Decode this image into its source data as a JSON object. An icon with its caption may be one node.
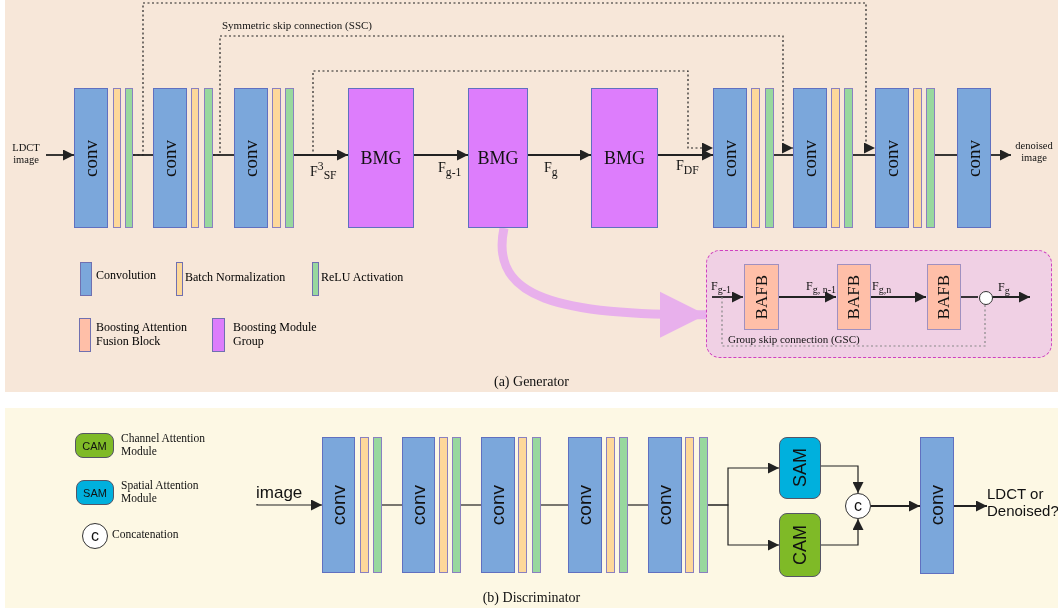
{
  "diagram": {
    "nodes": [
      {
        "text": [
          "(a) Generator"
        ]
      },
      {
        "text": [
          "LDCT image"
        ],
        "in": 0
      },
      {
        "text": [
          "conv"
        ],
        "in": 0
      },
      {
        "text": [],
        "shape": "bar",
        "in": 0
      },
      {
        "text": [],
        "shape": "bar",
        "in": 0
      },
      {
        "text": [
          "conv"
        ],
        "in": 0
      },
      {
        "text": [],
        "shape": "bar",
        "in": 0
      },
      {
        "text": [],
        "shape": "bar",
        "in": 0
      },
      {
        "text": [
          "conv"
        ],
        "in": 0
      },
      {
        "text": [],
        "shape": "bar",
        "in": 0
      },
      {
        "text": [],
        "shape": "bar",
        "in": 0
      },
      {
        "text": [
          "BMG"
        ],
        "in": 0
      },
      {
        "text": [
          "BMG"
        ],
        "in": 0
      },
      {
        "text": [
          "BMG"
        ],
        "in": 0
      },
      {
        "text": [
          "conv"
        ],
        "in": 0
      },
      {
        "text": [],
        "shape": "bar",
        "in": 0
      },
      {
        "text": [],
        "shape": "bar",
        "in": 0
      },
      {
        "text": [
          "conv"
        ],
        "in": 0
      },
      {
        "text": [],
        "shape": "bar",
        "in": 0
      },
      {
        "text": [],
        "shape": "bar",
        "in": 0
      },
      {
        "text": [
          "conv"
        ],
        "in": 0
      },
      {
        "text": [],
        "shape": "bar",
        "in": 0
      },
      {
        "text": [],
        "shape": "bar",
        "in": 0
      },
      {
        "text": [
          "conv"
        ],
        "in": 0
      },
      {
        "text": [
          "denoised image"
        ],
        "in": 0
      },
      {
        "text": [],
        "shape": "box",
        "in": 0
      },
      {
        "text": [
          "BAFB"
        ],
        "in": 25
      },
      {
        "text": [
          "BAFB"
        ],
        "in": 25
      },
      {
        "text": [
          "BAFB"
        ],
        "in": 25
      },
      {
        "text": [],
        "shape": "circle",
        "in": 25
      },
      {
        "text": [
          "(b) Discriminator"
        ]
      },
      {
        "text": [
          "CAM"
        ],
        "beside": [
          "Channel Attention Module"
        ],
        "in": 30
      },
      {
        "text": [
          "SAM"
        ],
        "beside": [
          "Spatial Attention Module"
        ],
        "in": 30
      },
      {
        "text": [
          "c"
        ],
        "beside": [
          "Concatenation"
        ],
        "in": 30
      },
      {
        "text": [
          "image"
        ],
        "in": 30
      },
      {
        "text": [
          "conv"
        ],
        "in": 30
      },
      {
        "text": [],
        "shape": "bar",
        "in": 30
      },
      {
        "text": [],
        "shape": "bar",
        "in": 30
      },
      {
        "text": [
          "conv"
        ],
        "in": 30
      },
      {
        "text": [],
        "shape": "bar",
        "in": 30
      },
      {
        "text": [],
        "shape": "bar",
        "in": 30
      },
      {
        "text": [
          "conv"
        ],
        "in": 30
      },
      {
        "text": [],
        "shape": "bar",
        "in": 30
      },
      {
        "text": [],
        "shape": "bar",
        "in": 30
      },
      {
        "text": [
          "conv"
        ],
        "in": 30
      },
      {
        "text": [],
        "shape": "bar",
        "in": 30
      },
      {
        "text": [],
        "shape": "bar",
        "in": 30
      },
      {
        "text": [
          "conv"
        ],
        "in": 30
      },
      {
        "text": [],
        "shape": "bar",
        "in": 30
      },
      {
        "text": [],
        "shape": "bar",
        "in": 30
      },
      {
        "text": [
          "SAM"
        ],
        "in": 30
      },
      {
        "text": [
          "CAM"
        ],
        "in": 30
      },
      {
        "text": [
          "c"
        ],
        "in": 30
      },
      {
        "text": [
          "conv"
        ],
        "in": 30
      },
      {
        "text": [
          "LDCT or Denoised?"
        ],
        "in": 30
      }
    ],
    "edges": [
      {
        "from": 1,
        "to": 2,
        "arrow": "to"
      },
      {
        "from": 4,
        "to": 5,
        "arrow": "none"
      },
      {
        "from": 7,
        "to": 8,
        "arrow": "none"
      },
      {
        "from": 10,
        "to": 11,
        "arrow": "to",
        "label": "F$^{3}$$_{SF}$"
      },
      {
        "from": 11,
        "to": 12,
        "arrow": "to",
        "label": "F$_{g-1}$"
      },
      {
        "from": 12,
        "to": 13,
        "arrow": "to",
        "label": "F$_{g}$"
      },
      {
        "from": 13,
        "to": 14,
        "arrow": "to",
        "label": "F$_{DF}$"
      },
      {
        "from": 16,
        "to": 17,
        "arrow": "none"
      },
      {
        "from": 19,
        "to": 20,
        "arrow": "none"
      },
      {
        "from": 22,
        "to": 23,
        "arrow": "none"
      },
      {
        "from": 23,
        "to": 24,
        "arrow": "to"
      },
      {
        "from": 4,
        "to": 20,
        "arrow": "to",
        "style": "dashed"
      },
      {
        "from": 7,
        "to": 17,
        "arrow": "to",
        "style": "dashed",
        "label": "Symmetric skip connection (SSC)"
      },
      {
        "from": 10,
        "to": 14,
        "arrow": "to",
        "style": "dashed"
      },
      {
        "from": 12,
        "to": 25,
        "arrow": "to",
        "style": "thick",
        "color": "#e8b0ec"
      },
      {
        "from": null,
        "to": 26,
        "arrow": "to",
        "label": "F$_{g-1}$"
      },
      {
        "from": 26,
        "to": 27,
        "arrow": "to",
        "label": "F$_{g, n-1}$"
      },
      {
        "from": 27,
        "to": 28,
        "arrow": "to",
        "label": "F$_{g,n}$"
      },
      {
        "from": 28,
        "to": 29,
        "arrow": "none"
      },
      {
        "from": 29,
        "to": null,
        "arrow": "to",
        "label": "F$_{g}$"
      },
      {
        "from": null,
        "to": 29,
        "arrow": "none",
        "style": "dashed",
        "color": "#888888",
        "label": "Group skip connection (GSC)"
      },
      {
        "from": 34,
        "to": 35,
        "arrow": "to"
      },
      {
        "from": 37,
        "to": 38,
        "arrow": "none"
      },
      {
        "from": 40,
        "to": 41,
        "arrow": "none"
      },
      {
        "from": 43,
        "to": 44,
        "arrow": "none"
      },
      {
        "from": 46,
        "to": 47,
        "arrow": "none"
      },
      {
        "from": 49,
        "to": 50,
        "arrow": "to"
      },
      {
        "from": 49,
        "to": 51,
        "arrow": "to"
      },
      {
        "from": 50,
        "to": 52,
        "arrow": "to"
      },
      {
        "from": 51,
        "to": 52,
        "arrow": "to"
      },
      {
        "from": 52,
        "to": 53,
        "arrow": "to"
      },
      {
        "from": 53,
        "to": 54,
        "arrow": "to"
      }
    ],
    "legend": [
      {
        "text": "Convolution",
        "color": "#7ba7db"
      },
      {
        "text": "Batch Normalization",
        "color": "#fdd89a"
      },
      {
        "text": "ReLU Activation",
        "color": "#98d89e"
      },
      {
        "text": "Boosting Attention Fusion Block",
        "color": "#ffbfa8"
      },
      {
        "text": "Boosting Module Group",
        "color": "#dd7dfc"
      }
    ]
  }
}
